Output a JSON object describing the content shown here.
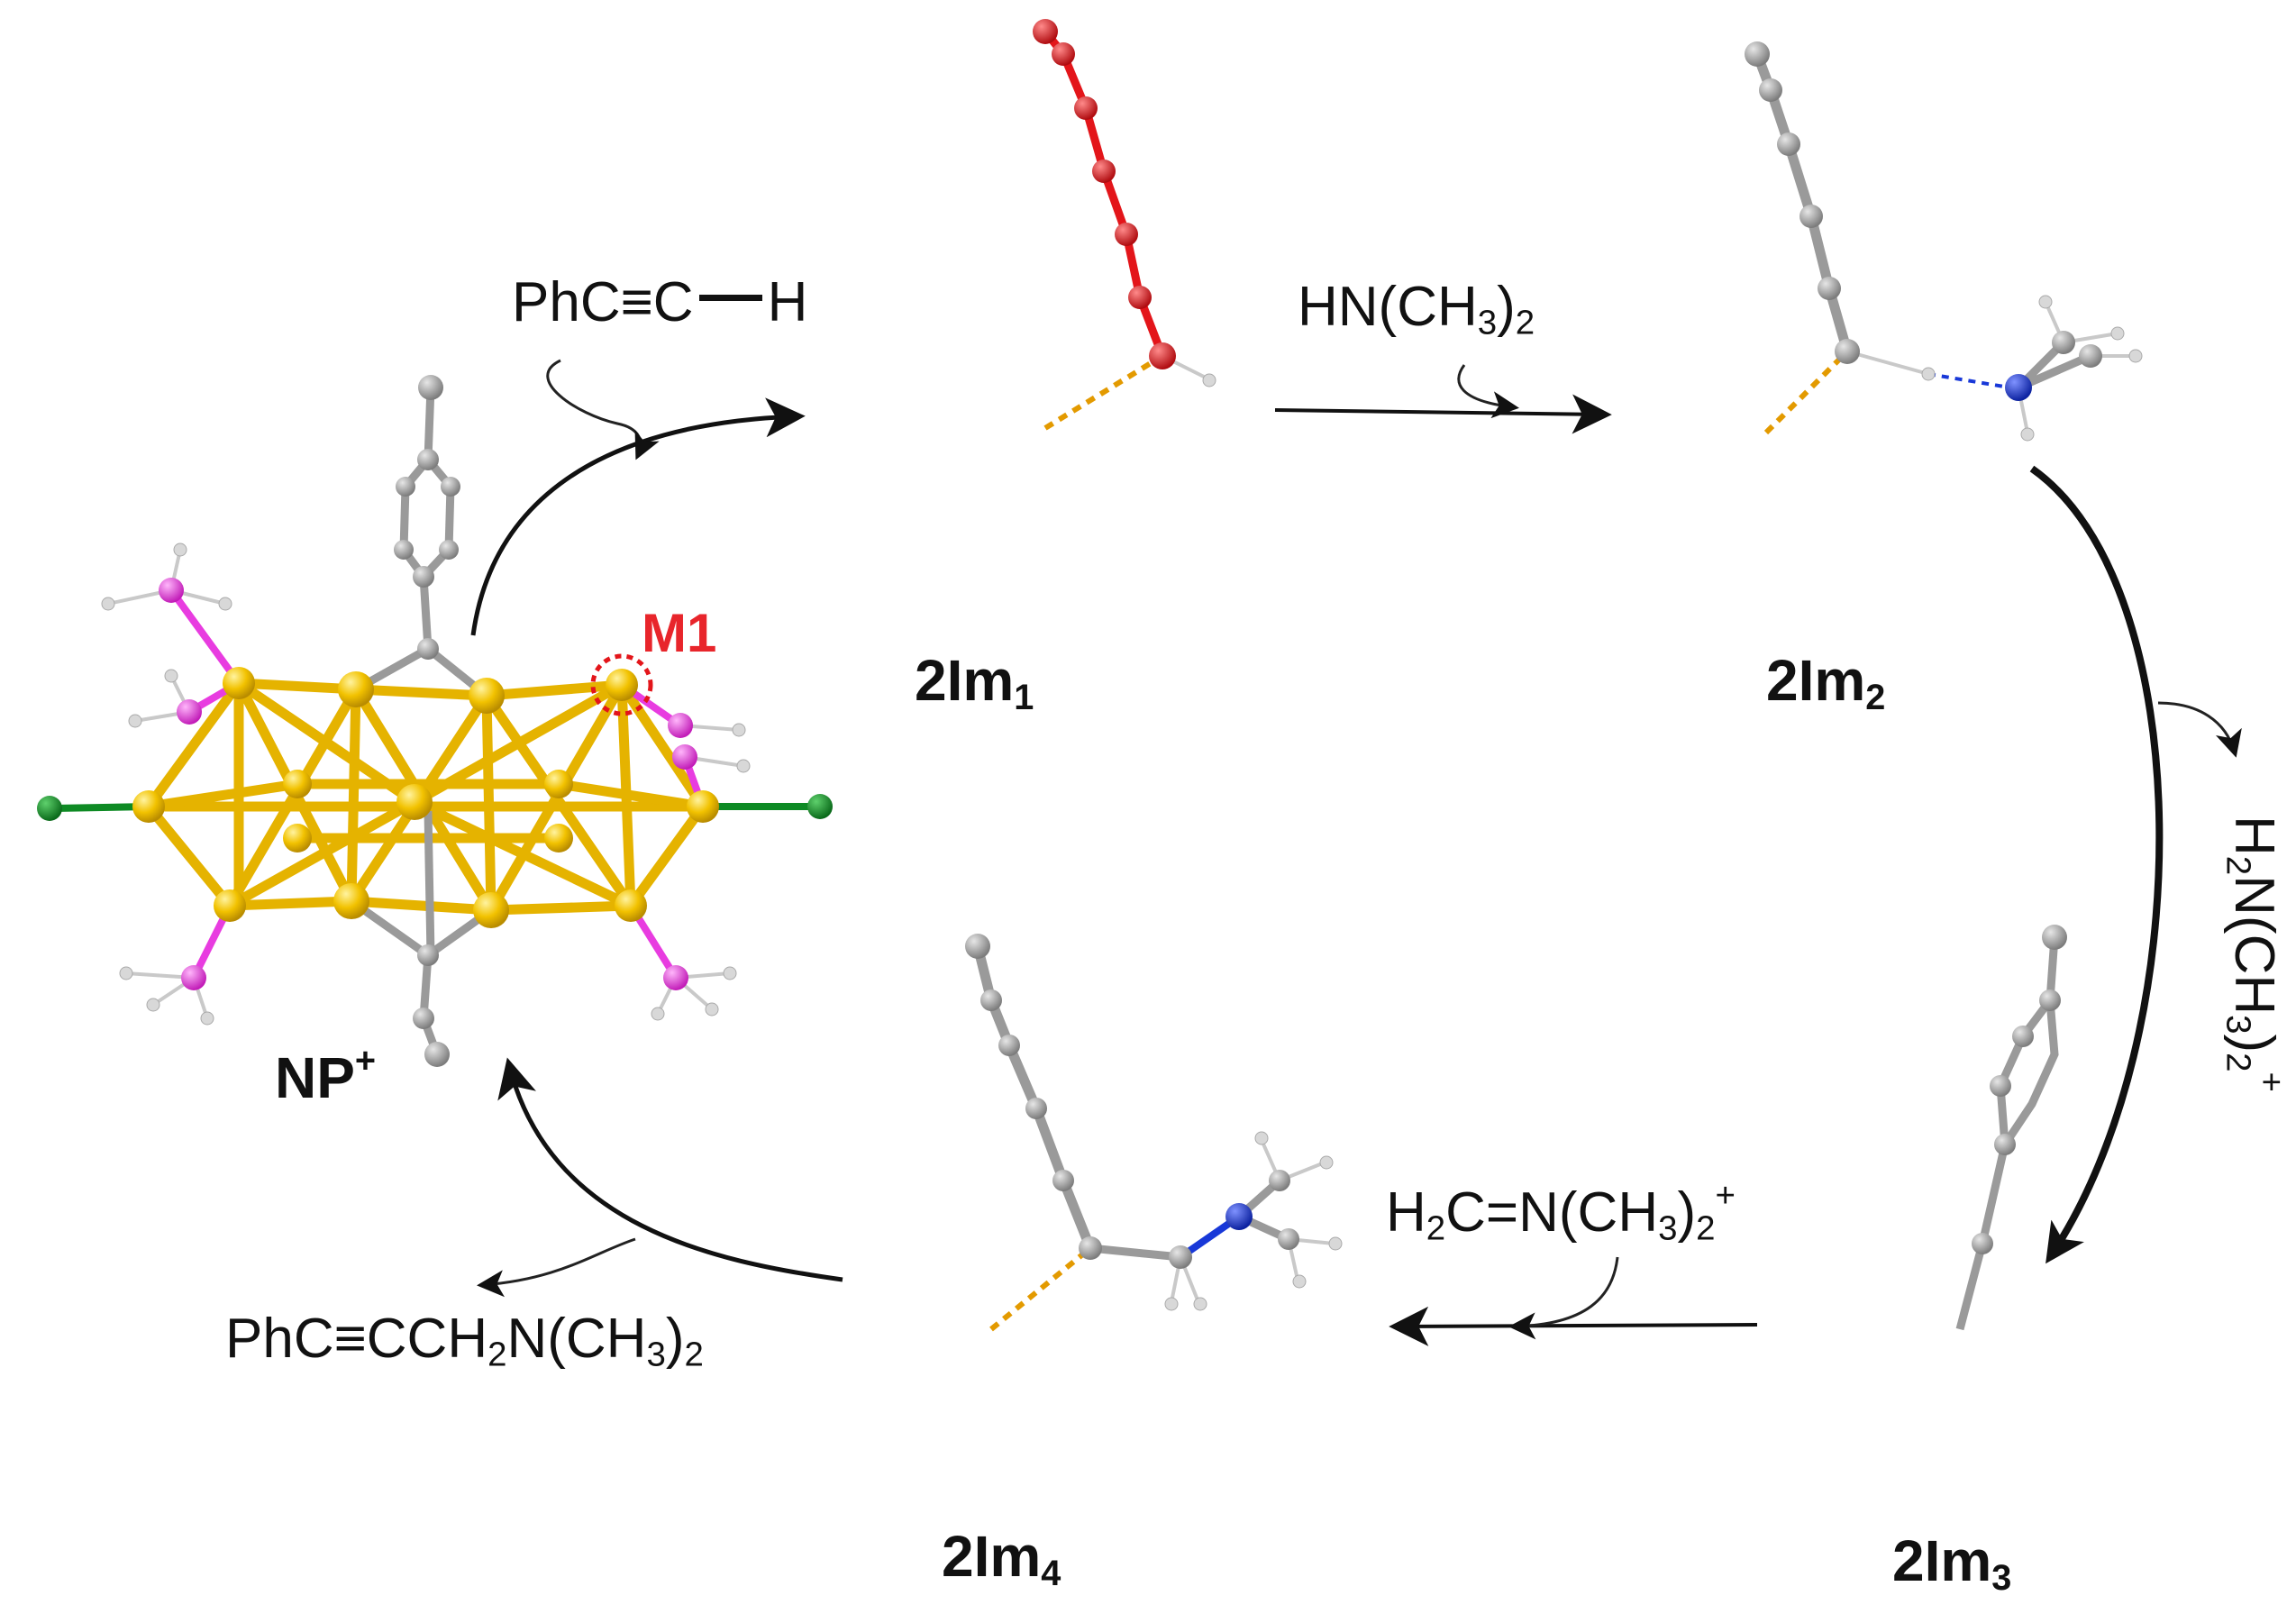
{
  "reagents": {
    "phenylacetylene": {
      "pre": "PhC≡C",
      "post": "H"
    },
    "dimethylamine": {
      "pre": "HN(CH",
      "sub": "3",
      "mid": ")",
      "sub2": "2"
    },
    "dimethylammonium": {
      "pre": "H",
      "sub": "2",
      "mid": "N(CH",
      "sub2": "3",
      "mid2": ")",
      "sub3": "2",
      "sup": "+"
    },
    "iminium": {
      "pre": "H",
      "sub": "2",
      "mid": "C=N(CH",
      "sub2": "3",
      "mid2": ")",
      "sub3": "2",
      "sup": "+"
    },
    "product": {
      "pre": "PhC≡CCH",
      "sub": "2",
      "mid": "N(CH",
      "sub2": "3",
      "mid2": ")",
      "sub3": "2"
    }
  },
  "species": {
    "np": {
      "base": "NP",
      "sup": "+"
    },
    "im1": {
      "base": "2Im",
      "sub": "1"
    },
    "im2": {
      "base": "2Im",
      "sub": "2"
    },
    "im3": {
      "base": "2Im",
      "sub": "3"
    },
    "im4": {
      "base": "2Im",
      "sub": "4"
    }
  },
  "site_label": "M1",
  "colors": {
    "gold": "#f2c200",
    "gold_dark": "#b98c00",
    "carbon": "#9a9a9a",
    "hydrogen": "#d8d8d8",
    "phosphorus": "#e83ce0",
    "chlorine": "#0e8a24",
    "nitrogen": "#1838d8",
    "highlight_alkyne": "#e3151a",
    "arrow": "#111111"
  }
}
